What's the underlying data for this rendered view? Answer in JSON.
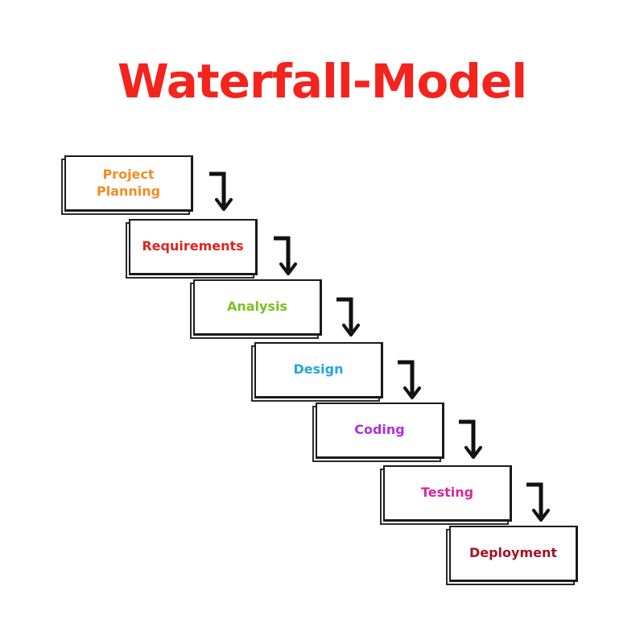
{
  "title": "Waterfall-Model",
  "steps": [
    {
      "label": "Project\nPlanning",
      "color": "#f28c1f"
    },
    {
      "label": "Requirements",
      "color": "#e0241c"
    },
    {
      "label": "Analysis",
      "color": "#7ac11f"
    },
    {
      "label": "Design",
      "color": "#22a6dd"
    },
    {
      "label": "Coding",
      "color": "#b12fd9"
    },
    {
      "label": "Testing",
      "color": "#d22a9a"
    },
    {
      "label": "Deployment",
      "color": "#a31227"
    }
  ],
  "connector_icon": "stair-arrow-down-icon"
}
